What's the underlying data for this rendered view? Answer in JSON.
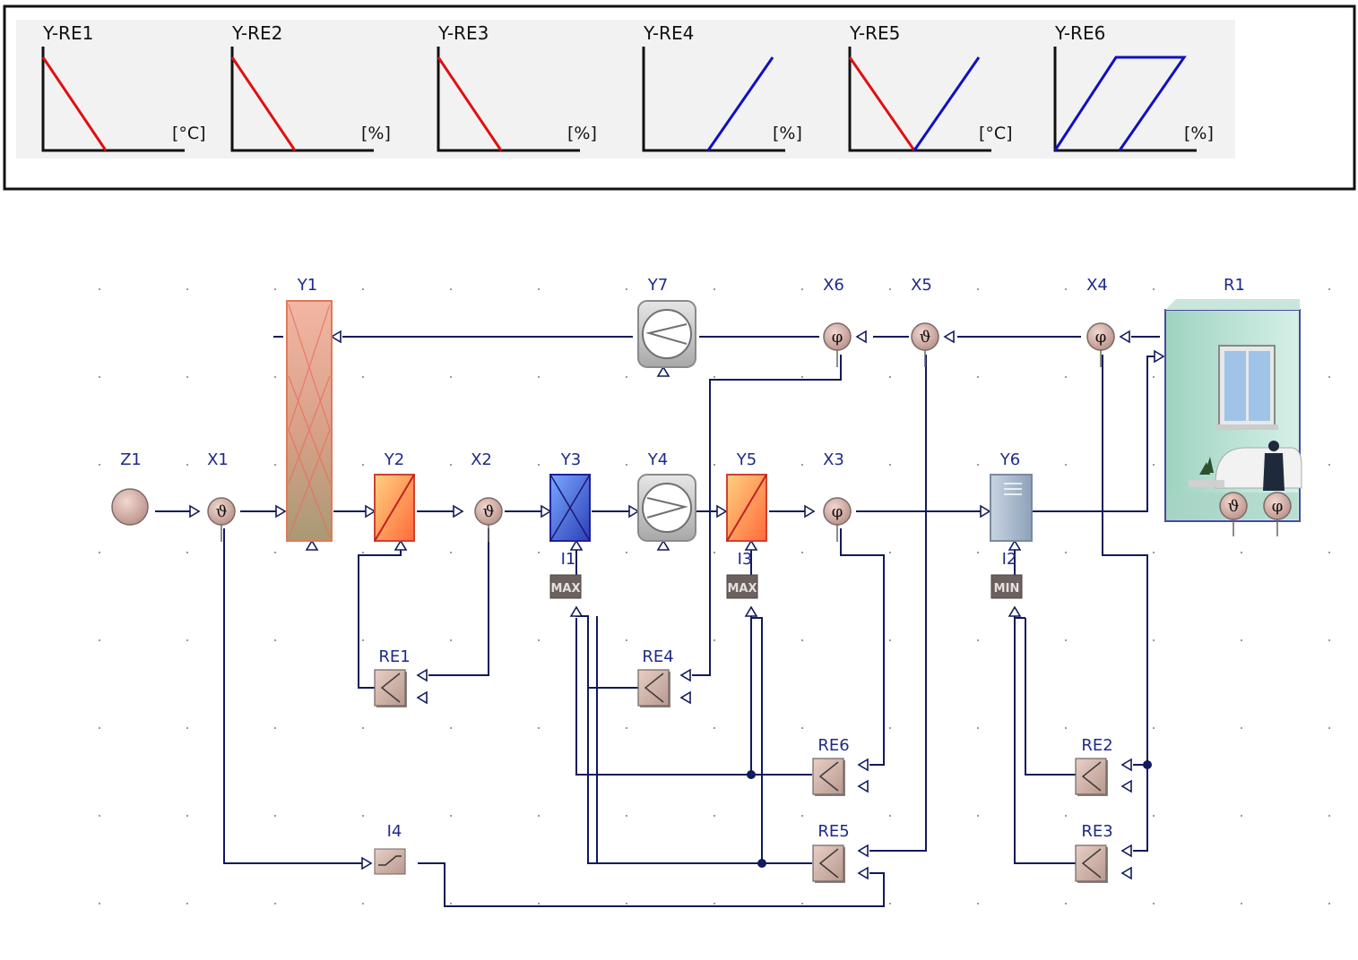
{
  "legend": {
    "panels": [
      {
        "title": "Y-RE1",
        "unit": "[°C]",
        "kind": "falling"
      },
      {
        "title": "Y-RE2",
        "unit": "[%]",
        "kind": "falling"
      },
      {
        "title": "Y-RE3",
        "unit": "[%]",
        "kind": "falling"
      },
      {
        "title": "Y-RE4",
        "unit": "[%]",
        "kind": "rising"
      },
      {
        "title": "Y-RE5",
        "unit": "[°C]",
        "kind": "v"
      },
      {
        "title": "Y-RE6",
        "unit": "[%]",
        "kind": "hysteresis"
      }
    ],
    "colors": {
      "falling": "#e01010",
      "rising": "#1010c0"
    }
  },
  "diagram": {
    "labels": {
      "Z1": "Z1",
      "X1": "X1",
      "Y1": "Y1",
      "Y2": "Y2",
      "X2": "X2",
      "Y3": "Y3",
      "Y4": "Y4",
      "Y5": "Y5",
      "X3": "X3",
      "Y6": "Y6",
      "R1": "R1",
      "Y7": "Y7",
      "X6": "X6",
      "X5": "X5",
      "X4": "X4",
      "I1": "I1",
      "I3": "I3",
      "I2": "I2",
      "I4": "I4",
      "RE1": "RE1",
      "RE4": "RE4",
      "RE6": "RE6",
      "RE5": "RE5",
      "RE2": "RE2",
      "RE3": "RE3"
    },
    "blocks": {
      "I1": "MAX",
      "I3": "MAX",
      "I2": "MIN"
    },
    "symbols": {
      "temp": "ϑ",
      "hum": "φ"
    }
  }
}
